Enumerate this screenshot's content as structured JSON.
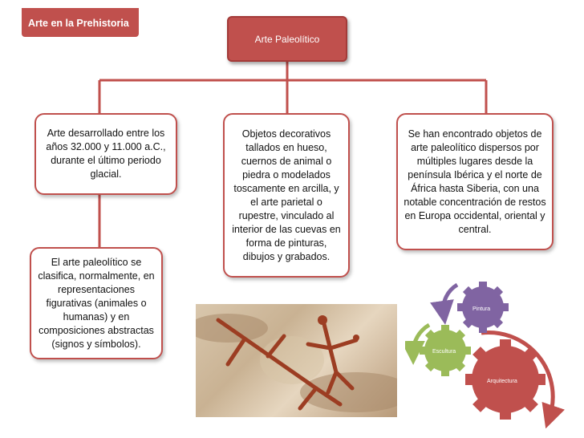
{
  "header": {
    "section_tag": "Arte en la Prehistoria"
  },
  "root": {
    "title": "Arte Paleolítico"
  },
  "boxes": {
    "left": "Arte desarrollado entre los años 32.000 y 11.000 a.C., durante el último periodo glacial.",
    "middle": "Objetos decorativos tallados en hueso, cuernos de animal o piedra o modelados toscamente en arcilla, y el arte parietal o rupestre, vinculado al interior de las cuevas en forma de pinturas, dibujos y grabados.",
    "right": "Se han encontrado objetos de arte paleolítico dispersos por múltiples lugares desde la península Ibérica y el norte de África hasta Siberia, con una notable concentración de restos en Europa occidental, oriental y central.",
    "bottom_left": "El arte paleolítico se clasifica, normalmente, en representaciones figurativas (animales o humanas) y en composiciones abstractas (signos y símbolos)."
  },
  "cycle": {
    "items": [
      "Pintura",
      "Escultura",
      "Arquitectura"
    ],
    "colors": {
      "pintura": "#8064a2",
      "escultura": "#9bbb59",
      "arquitectura": "#c0504d"
    }
  },
  "colors": {
    "accent": "#c0504d"
  }
}
